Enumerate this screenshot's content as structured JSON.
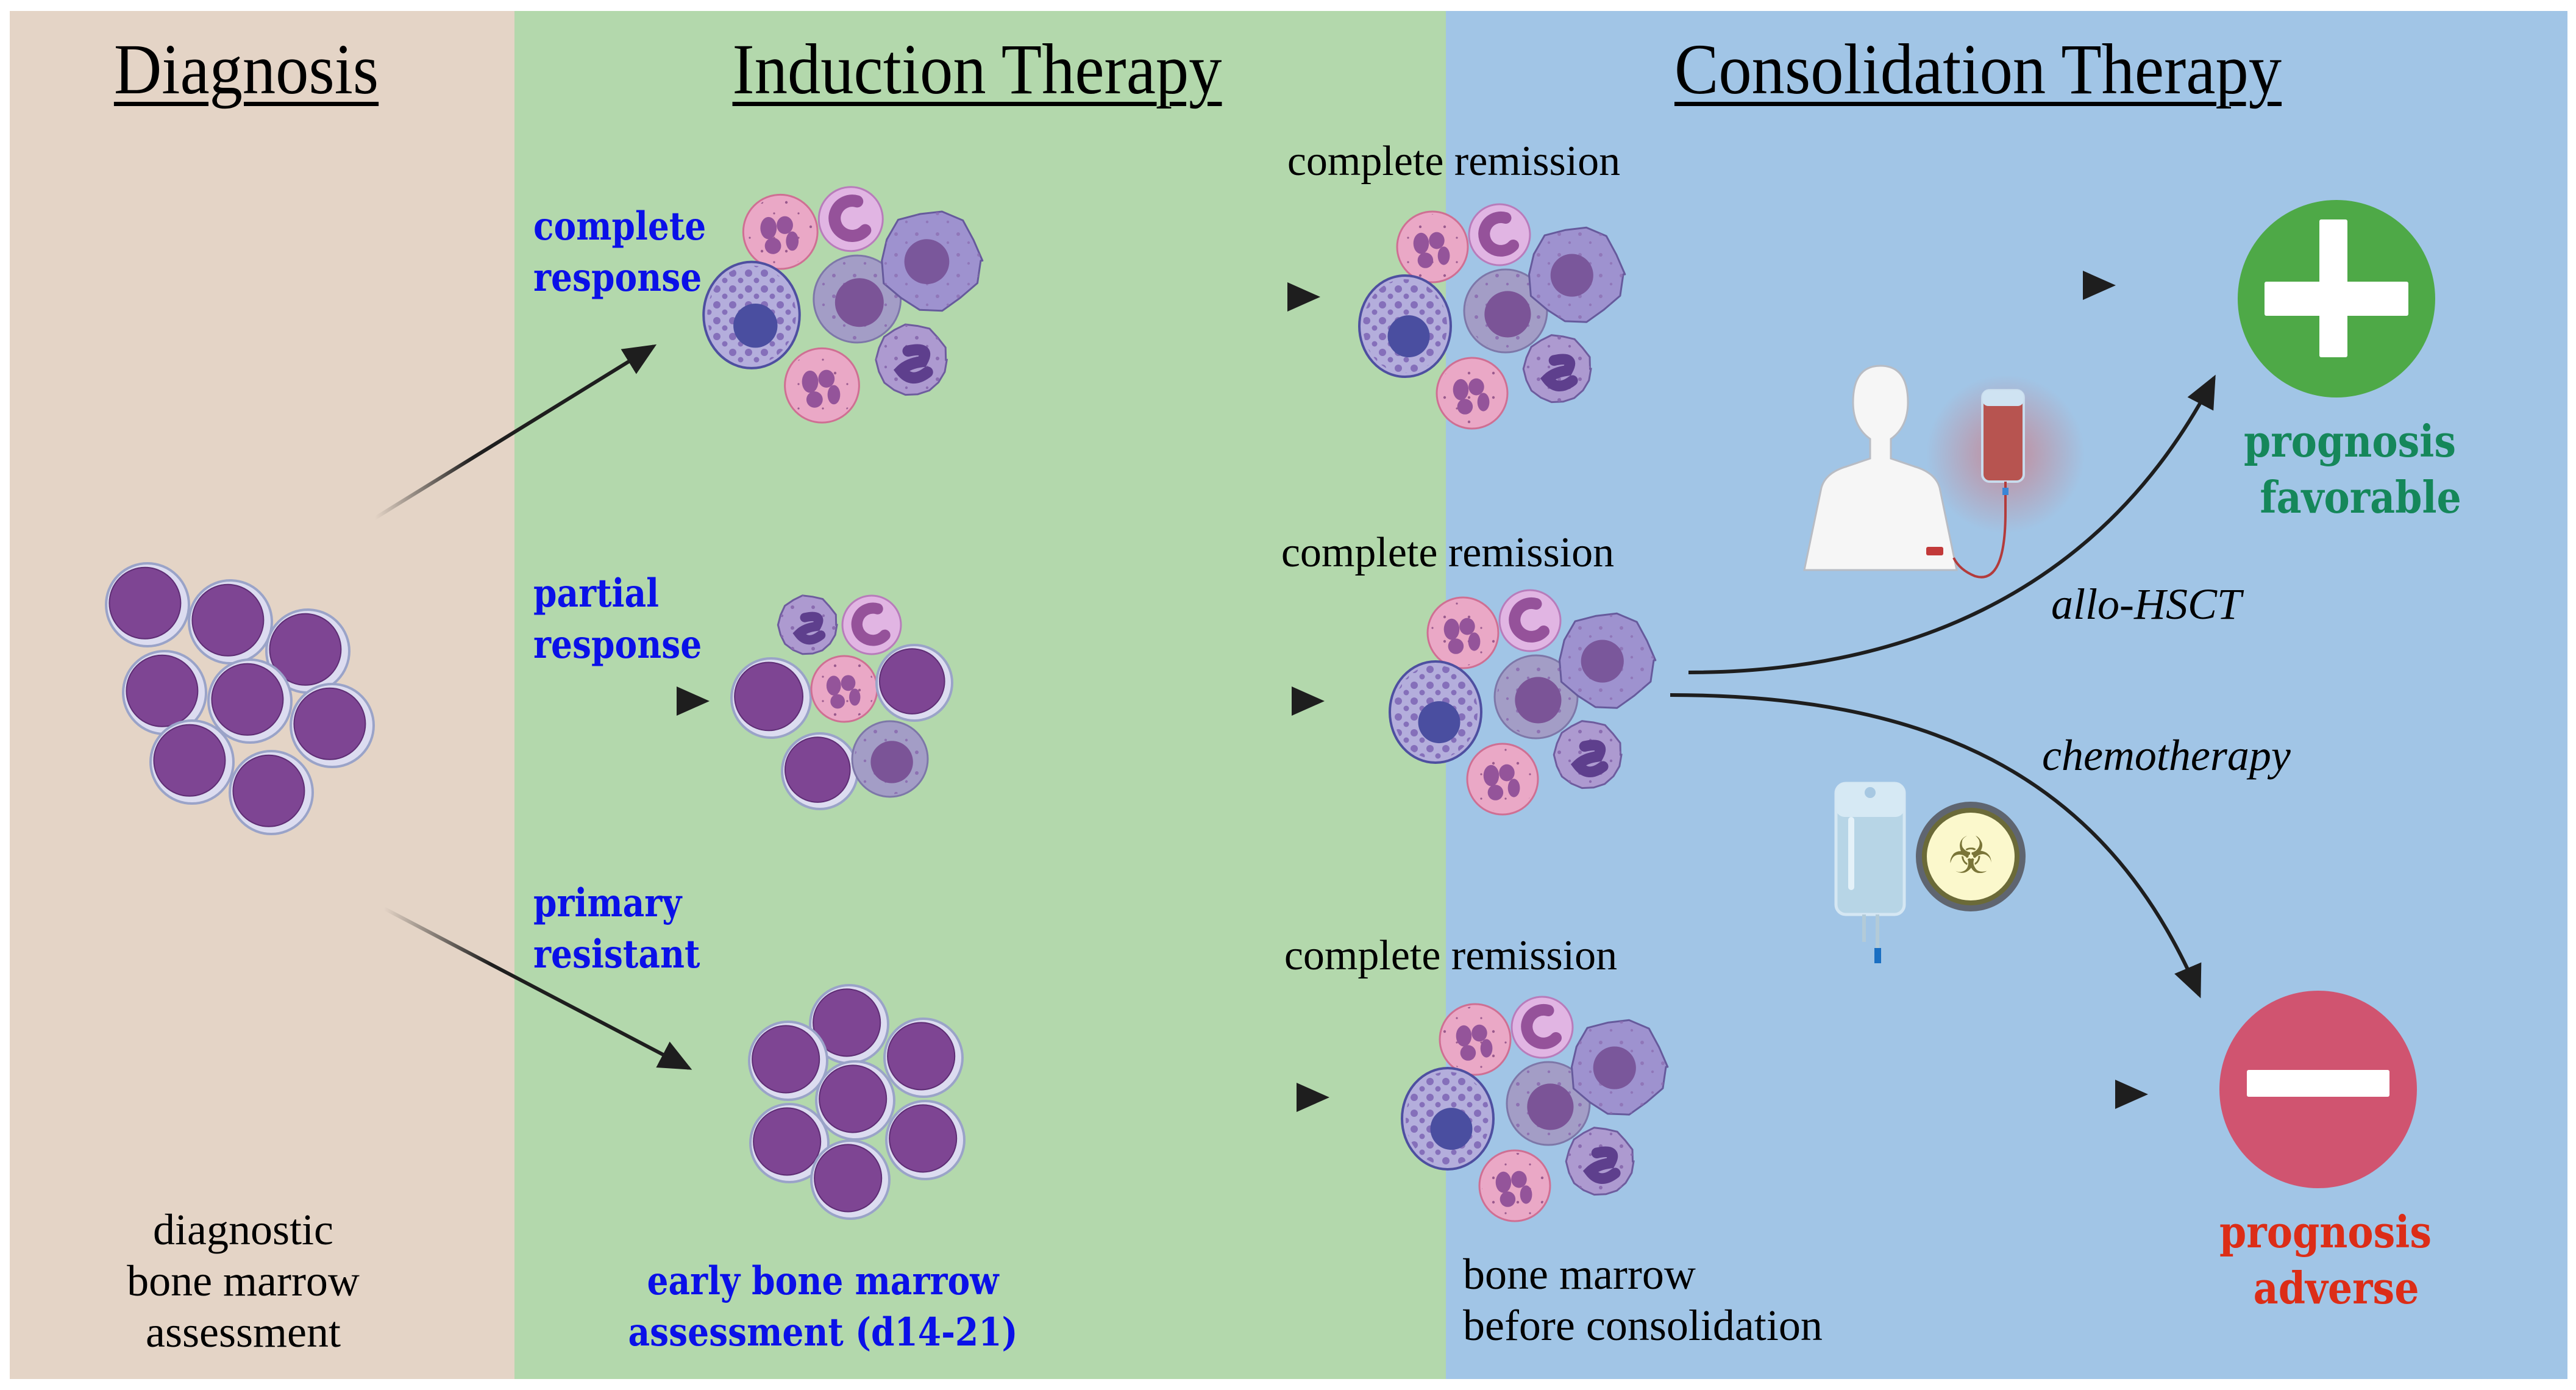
{
  "panels": [
    {
      "id": "diagnosis",
      "title": "Diagnosis",
      "color": "#e4d4c6"
    },
    {
      "id": "induction",
      "title": "Induction Therapy",
      "color": "#b3d8ac"
    },
    {
      "id": "consolidation",
      "title": "Consolidation Therapy",
      "color": "#a1c5e6"
    }
  ],
  "diagnosis": {
    "bottom_label": [
      "diagnostic",
      "bone marrow",
      "assessment"
    ]
  },
  "induction": {
    "responses": [
      {
        "line1": "complete",
        "line2": "response"
      },
      {
        "line1": "partial",
        "line2": "response"
      },
      {
        "line1": "primary",
        "line2": "resistant"
      }
    ],
    "bottom_label": [
      "early bone marrow",
      "assessment (d14-21)"
    ]
  },
  "consolidation": {
    "remission_labels": [
      "complete remission",
      "complete remission",
      "complete remission"
    ],
    "bottom_label": [
      "bone marrow",
      "before consolidation"
    ],
    "treatments": {
      "transplant": "allo-HSCT",
      "chemo": "chemotherapy"
    },
    "outcomes": {
      "favorable": {
        "line1": "prognosis",
        "line2": "favorable",
        "color": "#15875a",
        "icon_color": "#4ea947"
      },
      "adverse": {
        "line1": "prognosis",
        "line2": "adverse",
        "color": "#dc2d17",
        "icon_color": "#d05470"
      }
    }
  },
  "colors": {
    "blast_nucleus": "#7e4593",
    "blast_cytoplasm": "#dcdcf0",
    "label_blue": "#0a10e8",
    "arrow": "#1e1e1e"
  }
}
